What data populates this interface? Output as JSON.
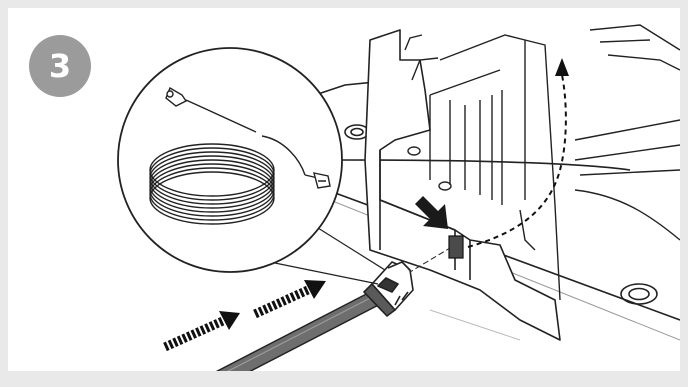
{
  "step": {
    "number": "3"
  },
  "colors": {
    "frame_background": "#e9e9e9",
    "panel_background": "#ffffff",
    "badge_fill": "#9b9b9b",
    "badge_text": "#ffffff",
    "line_art": "#222222",
    "cable_fill": "#707070",
    "arrow_fill": "#111111"
  },
  "icons": {
    "step": "step-number-badge",
    "detail": "magnified-cable-coil",
    "insert": "insert-direction-arrow",
    "route": "cable-routing-path-arrow",
    "push": "push-in-arrows"
  }
}
